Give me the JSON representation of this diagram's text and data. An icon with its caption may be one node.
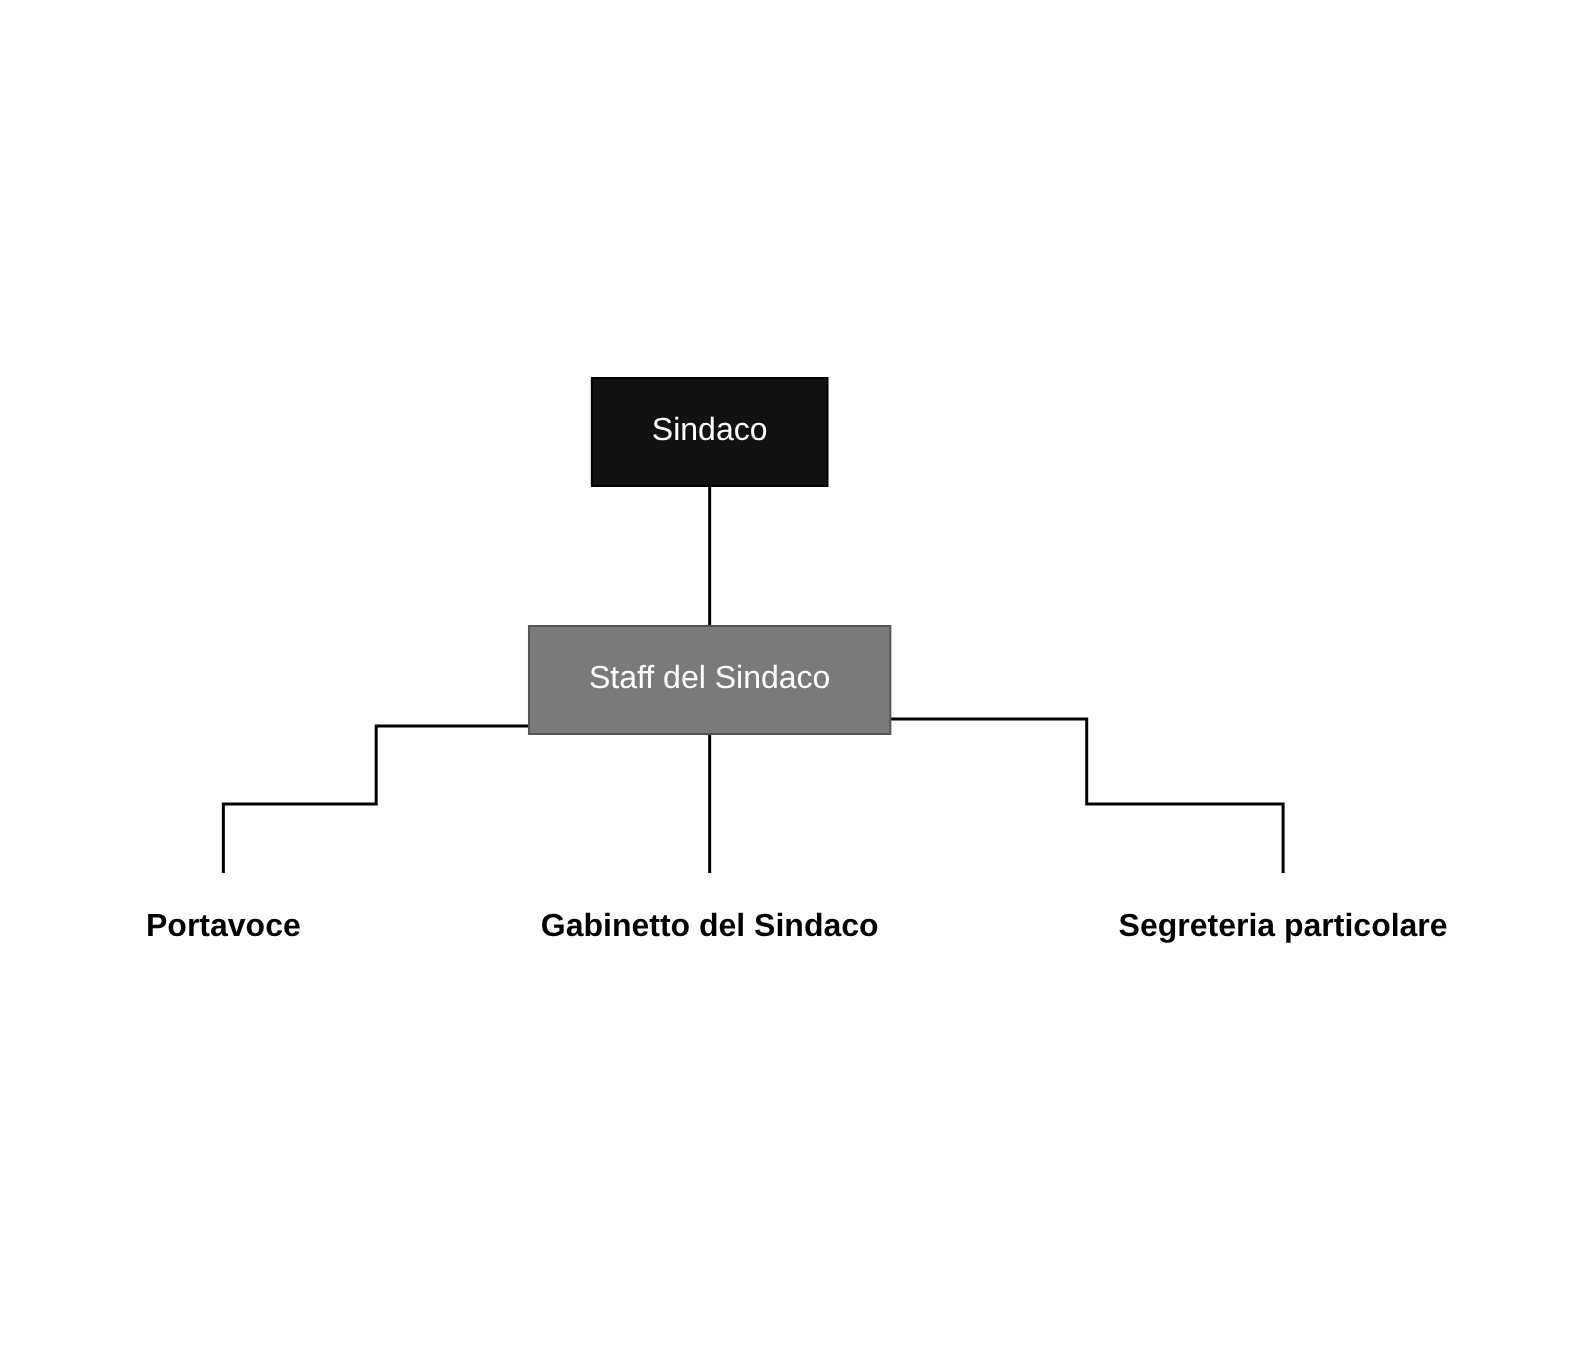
{
  "diagram": {
    "nodes": [
      {
        "text": [
          "Sindaco"
        ]
      },
      {
        "text": [
          "Staff del Sindaco"
        ]
      },
      {
        "text": [
          "Gabinetto del Sindaco"
        ]
      },
      {
        "text": [
          "Segreteria particolare"
        ]
      },
      {
        "text": [
          "Portavoce"
        ]
      }
    ],
    "edges": [
      {
        "from": 0,
        "to": 1,
        "arrow": "none"
      },
      {
        "from": 1,
        "to": 4,
        "arrow": "none"
      },
      {
        "from": 1,
        "to": 2,
        "arrow": "none"
      },
      {
        "from": 1,
        "to": 3,
        "arrow": "none"
      }
    ]
  }
}
